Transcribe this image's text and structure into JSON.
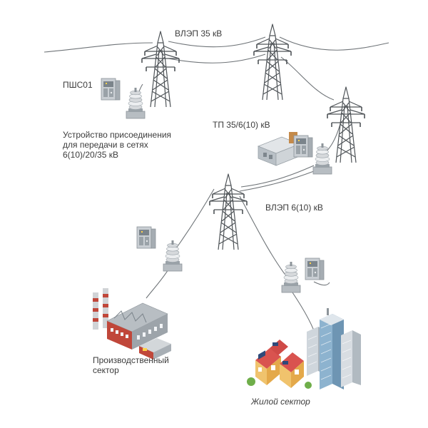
{
  "labels": {
    "line_35": "ВЛЭП 35 кВ",
    "pshs": "ПШС01",
    "device_line1": "Устройство присоединения",
    "device_line2": "для передачи в сетях",
    "device_line3": "6(10)/20/35 кВ",
    "tp": "ТП 35/6(10) кВ",
    "line_6_10": "ВЛЭП 6(10) кВ",
    "industrial_line1": "Производственный",
    "industrial_line2": "сектор",
    "residential": "Жилой сектор"
  },
  "colors": {
    "tower": "#5a5f63",
    "wire": "#6f7478",
    "cabinet": "#c9ced3",
    "insulator": "#e6e8ea",
    "industrial_brick": "#c0473a",
    "house_roof": "#d9534f",
    "house_wall": "#f0c36d",
    "office_glass": "#8db3cf"
  },
  "icons": [
    "transmission-tower-icon",
    "switch-cabinet-icon",
    "coupling-device-icon",
    "substation-building-icon",
    "factory-icon",
    "houses-icon",
    "office-towers-icon"
  ]
}
